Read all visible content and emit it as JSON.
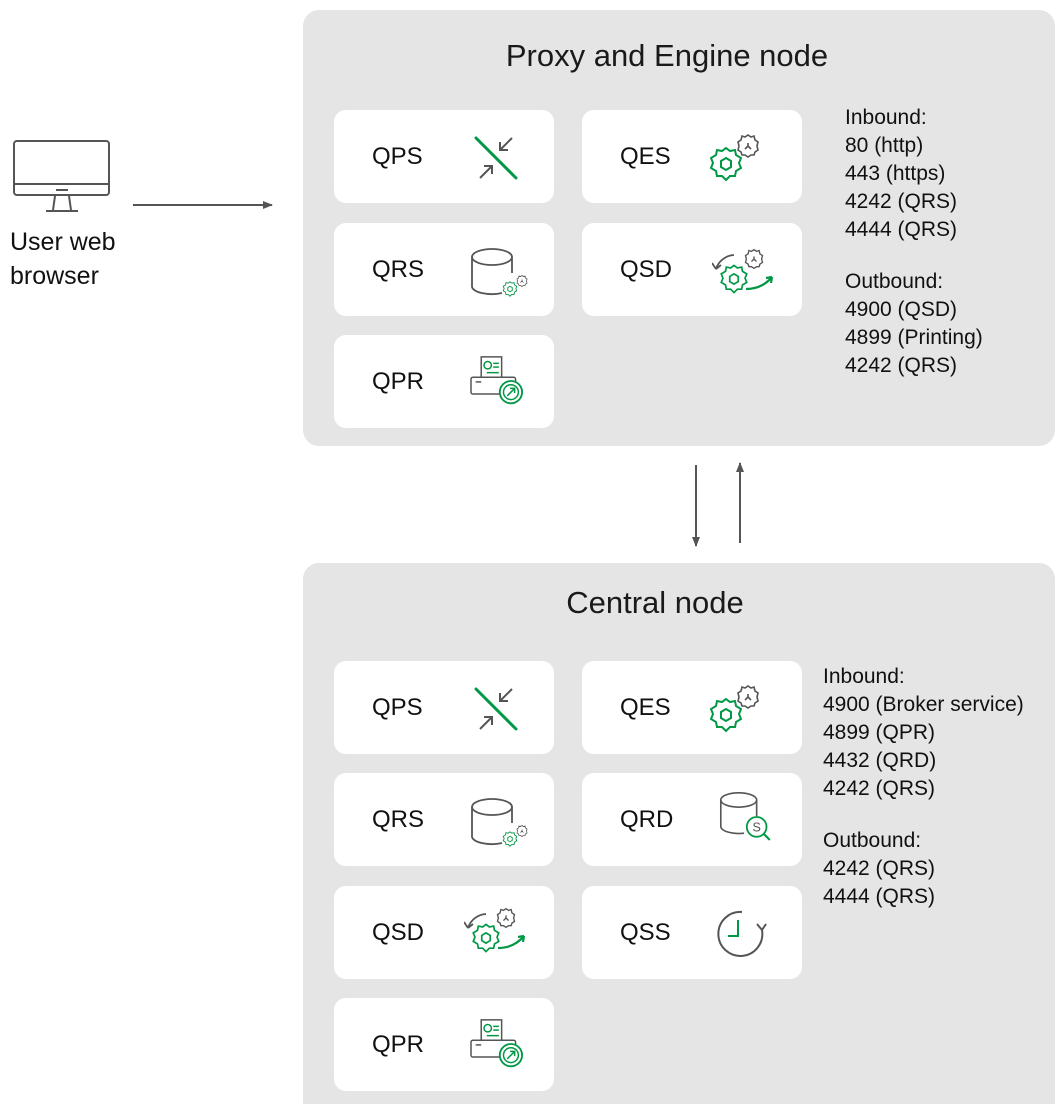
{
  "browser": {
    "label_line1": "User web",
    "label_line2": "browser"
  },
  "proxy_node": {
    "title": "Proxy and Engine node",
    "services": [
      "QPS",
      "QES",
      "QRS",
      "QSD",
      "QPR"
    ],
    "inbound_title": "Inbound:",
    "inbound": [
      "80 (http)",
      "443 (https)",
      "4242 (QRS)",
      "4444 (QRS)"
    ],
    "outbound_title": "Outbound:",
    "outbound": [
      "4900 (QSD)",
      "4899 (Printing)",
      "4242 (QRS)"
    ]
  },
  "central_node": {
    "title": "Central node",
    "services": [
      "QPS",
      "QES",
      "QRS",
      "QRD",
      "QSD",
      "QSS",
      "QPR"
    ],
    "inbound_title": "Inbound:",
    "inbound": [
      "4900 (Broker service)",
      "4899 (QPR)",
      "4432 (QRD)",
      "4242 (QRS)"
    ],
    "outbound_title": "Outbound:",
    "outbound": [
      "4242 (QRS)",
      "4444 (QRS)"
    ]
  },
  "colors": {
    "accent_green": "#009845",
    "icon_gray": "#555555",
    "panel": "#e5e5e5"
  }
}
